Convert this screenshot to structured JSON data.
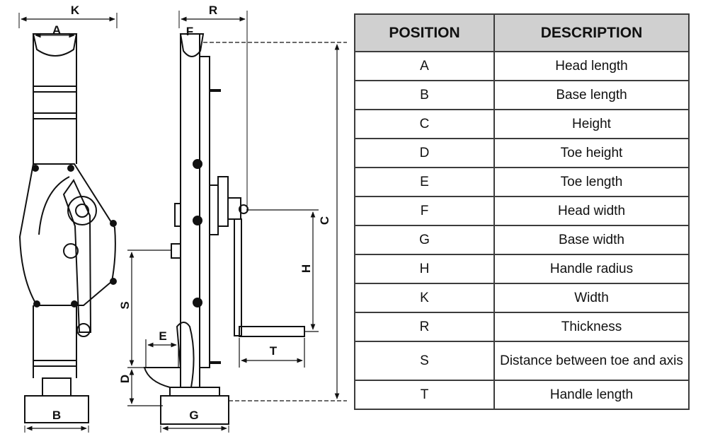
{
  "table": {
    "headers": {
      "position": "POSITION",
      "description": "DESCRIPTION"
    },
    "rows": [
      {
        "position": "A",
        "description": "Head length"
      },
      {
        "position": "B",
        "description": "Base length"
      },
      {
        "position": "C",
        "description": "Height"
      },
      {
        "position": "D",
        "description": "Toe height"
      },
      {
        "position": "E",
        "description": "Toe length"
      },
      {
        "position": "F",
        "description": "Head width"
      },
      {
        "position": "G",
        "description": "Base width"
      },
      {
        "position": "H",
        "description": "Handle radius"
      },
      {
        "position": "K",
        "description": "Width"
      },
      {
        "position": "R",
        "description": "Thickness"
      },
      {
        "position": "S",
        "description": "Distance between toe and axis"
      },
      {
        "position": "T",
        "description": "Handle length"
      }
    ]
  },
  "diagram": {
    "labels": {
      "K": "K",
      "A": "A",
      "B": "B",
      "R": "R",
      "F": "F",
      "C": "C",
      "H": "H",
      "S": "S",
      "E": "E",
      "D": "D",
      "G": "G",
      "T": "T"
    }
  }
}
